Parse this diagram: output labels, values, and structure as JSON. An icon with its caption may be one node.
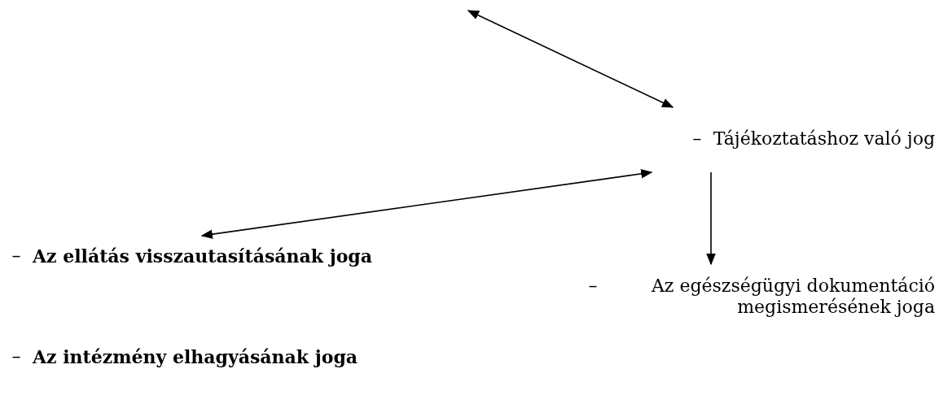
{
  "diagram": {
    "nodes": [
      {
        "text": [
          "–",
          "Tájékoztatáshoz való jog"
        ]
      },
      {
        "text": [
          "–",
          "Az ellátás visszautasításának joga"
        ]
      },
      {
        "text": [
          "–",
          "Az egészségügyi dokumentáció megismerésének joga"
        ]
      },
      {
        "text": [
          "–",
          "Az intézmény elhagyásának joga"
        ]
      }
    ],
    "edges": [
      {
        "from": null,
        "to": 0,
        "arrow": "both"
      },
      {
        "from": 0,
        "to": 1,
        "arrow": "both"
      },
      {
        "from": 0,
        "to": 2,
        "arrow": "to"
      }
    ]
  }
}
